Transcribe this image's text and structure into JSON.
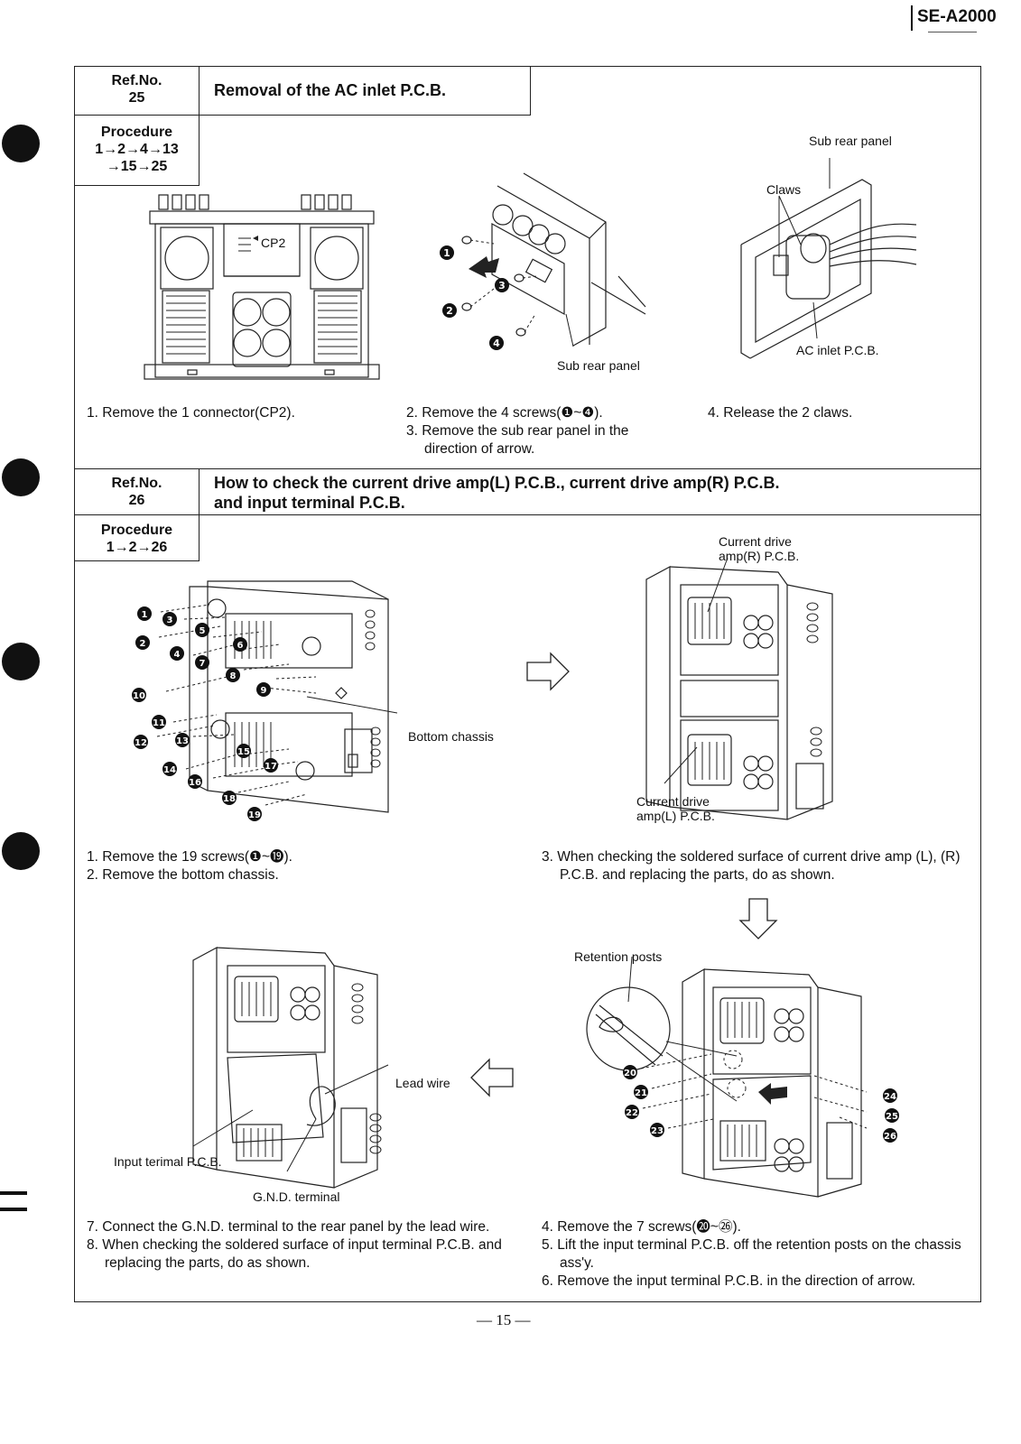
{
  "model": "SE-A2000",
  "page_number": "— 15 —",
  "sections": [
    {
      "ref_label": "Ref.No.",
      "ref_no": "25",
      "title": "Removal of the AC inlet P.C.B.",
      "procedure_label": "Procedure",
      "procedure_line1": "1→2→4→13",
      "procedure_line2": "→15→25",
      "fig_labels": {
        "cp2": "CP2",
        "sub_rear_panel_1": "Sub rear panel",
        "sub_rear_panel_2": "Sub rear panel",
        "claws": "Claws",
        "ac_inlet": "AC inlet P.C.B."
      },
      "steps_a": [
        "1. Remove the 1 connector(CP2)."
      ],
      "steps_b": [
        "2. Remove the 4 screws(❶~❹).",
        "3. Remove the sub rear panel in the direction of arrow."
      ],
      "steps_c": [
        "4. Release the 2 claws."
      ]
    },
    {
      "ref_label": "Ref.No.",
      "ref_no": "26",
      "title_line1": "How to check the current drive amp(L) P.C.B., current drive amp(R) P.C.B.",
      "title_line2": "and input terminal P.C.B.",
      "procedure_label": "Procedure",
      "procedure_line1": "1→2→26",
      "fig_labels": {
        "bottom_chassis": "Bottom chassis",
        "current_drive_r_1": "Current drive",
        "current_drive_r_2": "amp(R) P.C.B.",
        "current_drive_l_1": "Current drive",
        "current_drive_l_2": "amp(L) P.C.B.",
        "retention_posts": "Retention posts",
        "lead_wire": "Lead wire",
        "input_terminal": "Input terimal P.C.B.",
        "gnd_terminal": "G.N.D. terminal"
      },
      "steps_1": [
        "1. Remove the 19 screws(❶~⓳).",
        "2. Remove the bottom chassis."
      ],
      "steps_3": [
        "3. When checking the soldered surface of current drive amp (L), (R) P.C.B. and replacing the parts, do as shown."
      ],
      "steps_4": [
        "4. Remove the 7 screws(⓴~㉖).",
        "5. Lift the input terminal P.C.B. off the retention posts on the chassis ass'y.",
        "6. Remove the input terminal P.C.B. in the direction of arrow."
      ],
      "steps_7": [
        "7. Connect the G.N.D. terminal to the rear panel by the lead wire.",
        "8. When checking the soldered surface of input terminal P.C.B. and replacing the parts, do as shown."
      ]
    }
  ]
}
